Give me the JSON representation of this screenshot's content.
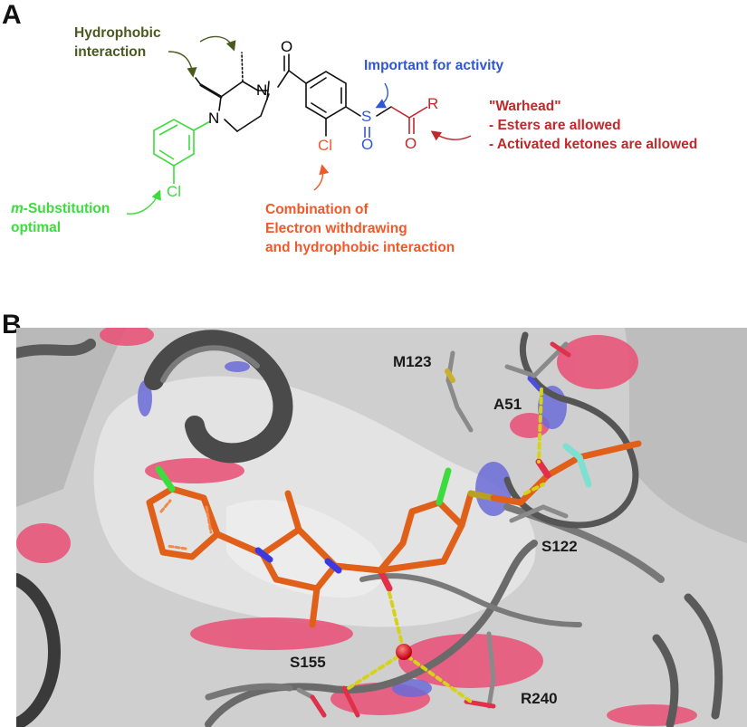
{
  "panel_a": {
    "letter": "A",
    "hydrophobic": {
      "line1": "Hydrophobic",
      "line2": "interaction",
      "color": "#4a5a1e"
    },
    "important": {
      "text": "Important for activity",
      "color": "#2f56d6"
    },
    "warhead": {
      "line1": "\"Warhead\"",
      "line2": "- Esters are allowed",
      "line3": "- Activated ketones are allowed",
      "color": "#c0282a"
    },
    "msub": {
      "prefix": "m",
      "line1": "-Substitution",
      "line2": "optimal",
      "color": "#3ddc3d"
    },
    "combination": {
      "line1": "Combination of",
      "line2": "Electron withdrawing",
      "line3": "and hydrophobic interaction",
      "color": "#f0592a"
    },
    "atoms": {
      "n": "N",
      "o": "O",
      "s": "S",
      "r": "R",
      "cl": "Cl"
    }
  },
  "panel_b": {
    "letter": "B",
    "residues": {
      "m123": "M123",
      "a51": "A51",
      "s122": "S122",
      "s155": "S155",
      "r240": "R240"
    },
    "colors": {
      "ligand": "#e0601a",
      "surface": "#c9c9c9",
      "oxygen": "#e8557a",
      "nitrogen": "#6b6bd8",
      "halogen": "#2ed22e",
      "fluorine": "#7de0d0",
      "hbond": "#d6d21a",
      "water": "#e0191b"
    }
  }
}
